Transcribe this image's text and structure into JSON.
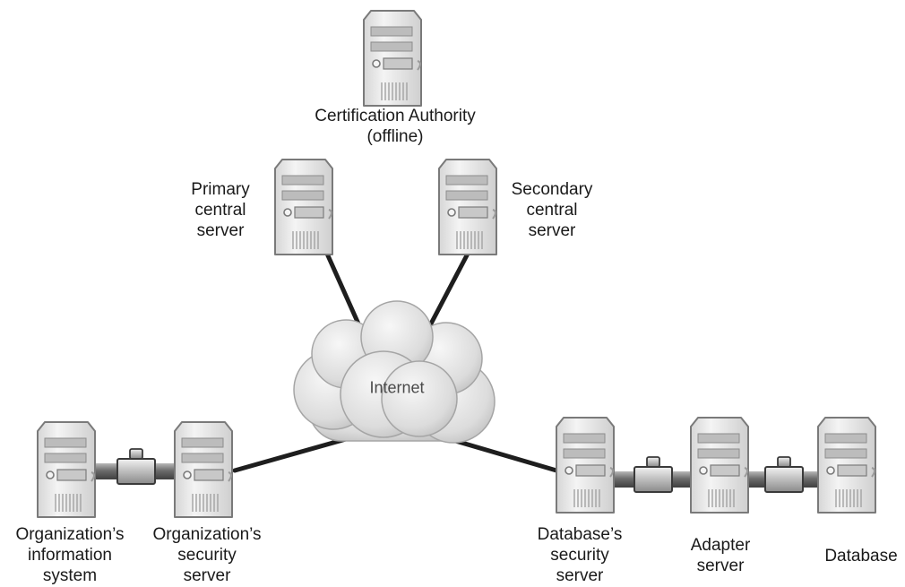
{
  "cloud": {
    "label": "Internet"
  },
  "servers": {
    "ca": {
      "lines": [
        "Certification Authority",
        "(offline)"
      ]
    },
    "primary": {
      "lines": [
        "Primary",
        "central",
        "server"
      ]
    },
    "secondary": {
      "lines": [
        "Secondary",
        "central",
        "server"
      ]
    },
    "org_info": {
      "lines": [
        "Organization’s",
        "information",
        "system"
      ]
    },
    "org_sec": {
      "lines": [
        "Organization’s",
        "security",
        "server"
      ]
    },
    "db_sec": {
      "lines": [
        "Database’s",
        "security",
        "server"
      ]
    },
    "adapter": {
      "lines": [
        "Adapter",
        "server"
      ]
    },
    "database": {
      "lines": [
        "Database"
      ]
    }
  }
}
